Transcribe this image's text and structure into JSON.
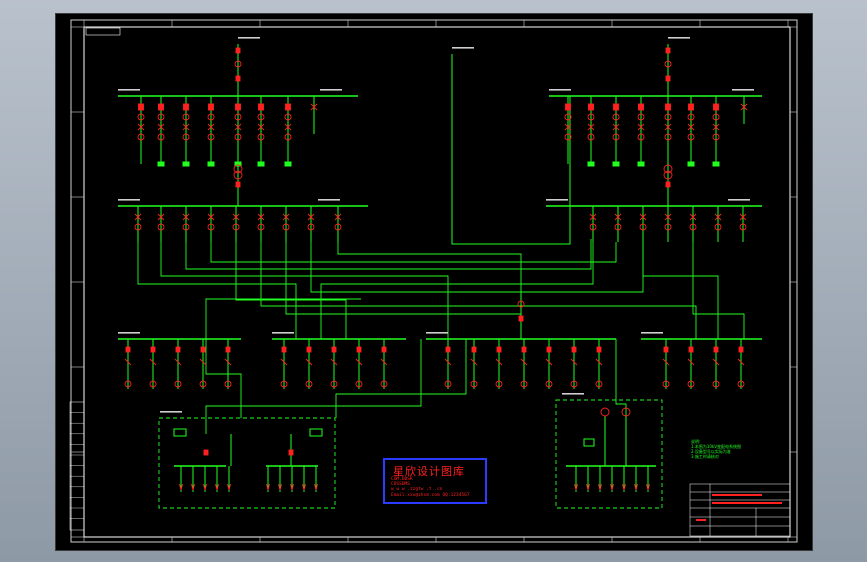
{
  "watermark": {
    "title": "星欣设计图库",
    "line1": "COM.DBSK",
    "line2": "COSSDMS",
    "line3": "w w w .zzgtw .t .cn",
    "line4": "Email:xxx@zhsm.com    QQ:1234567"
  },
  "notes": {
    "heading": "说明:",
    "line1": "1.本图为10kV变配电系统图",
    "line2": "2.设备型号以实际为准",
    "line3": "3.施工时请核对"
  },
  "colors": {
    "background": "#000000",
    "frame": "#ffffff",
    "bus": "#20ff20",
    "device": "#ff2020",
    "watermark_border": "#2b3bff"
  }
}
